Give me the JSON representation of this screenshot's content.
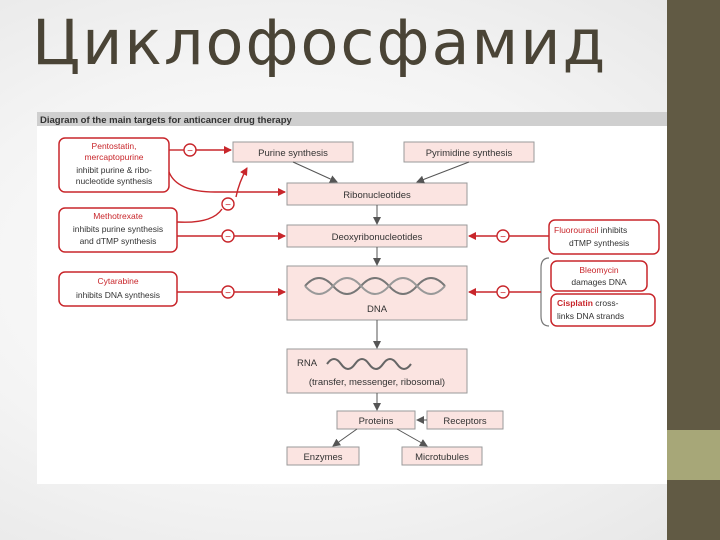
{
  "slide": {
    "title": "Циклофосфамид"
  },
  "diagram": {
    "title": "Diagram of the main targets for anticancer drug therapy",
    "boxes": {
      "purine": "Purine synthesis",
      "pyrimidine": "Pyrimidine synthesis",
      "ribo": "Ribonucleotides",
      "deoxy": "Deoxyribonucleotides",
      "dna": "DNA",
      "rna_title": "RNA",
      "rna_sub": "(transfer, messenger, ribosomal)",
      "proteins": "Proteins",
      "receptors": "Receptors",
      "enzymes": "Enzymes",
      "microtubules": "Microtubules"
    },
    "drugs": {
      "pentostatin": {
        "name1": "Pentostatin,",
        "name2": "mercaptopurine",
        "desc1": "inhibit purine & ribo-",
        "desc2": "nucleotide synthesis"
      },
      "methotrexate": {
        "name": "Methotrexate",
        "desc1": "inhibits purine synthesis",
        "desc2": "and dTMP synthesis"
      },
      "cytarabine": {
        "name": "Cytarabine",
        "desc": "inhibits DNA synthesis"
      },
      "fluorouracil": {
        "name": "Fluorouracil",
        "suffix": " inhibits",
        "desc": "dTMP synthesis"
      },
      "bleomycin": {
        "name": "Bleomycin",
        "desc": "damages DNA"
      },
      "cisplatin": {
        "name": "Cisplatin",
        "suffix": " cross-",
        "desc": "links DNA strands"
      }
    },
    "inhibit_symbol": "−",
    "colors": {
      "red": "#c8262b",
      "box_fill": "#fbe4e1",
      "box_stroke": "#9a9a9a",
      "title_bar": "#b5b5b5",
      "text": "#333333"
    }
  }
}
